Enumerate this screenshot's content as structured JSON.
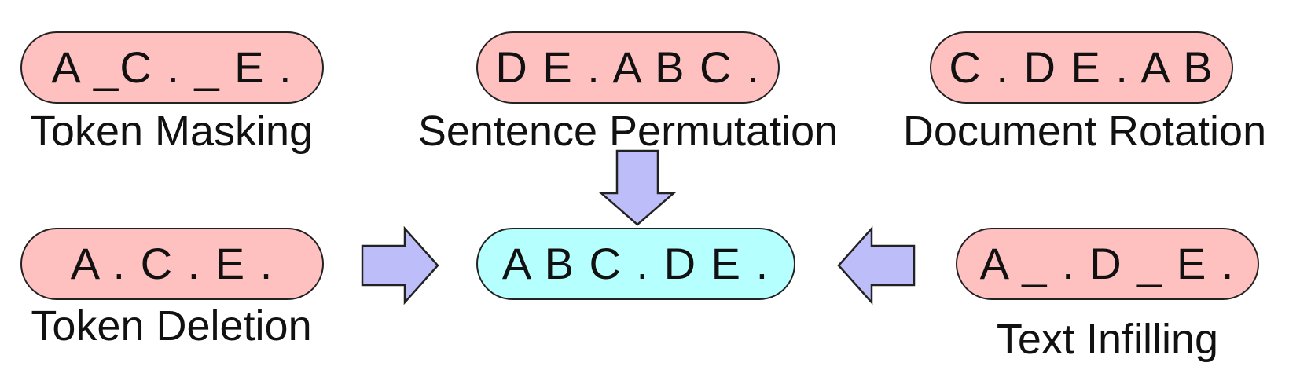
{
  "colors": {
    "noised": "#ffc0c0",
    "original": "#b6ffff",
    "arrow_fill": "#bdbdf9",
    "stroke": "#222222"
  },
  "transforms": [
    {
      "id": "token-masking",
      "sequence": "A _C . _ E .",
      "label": "Token Masking"
    },
    {
      "id": "sentence-permutation",
      "sequence": "D E . A B C .",
      "label": "Sentence Permutation"
    },
    {
      "id": "document-rotation",
      "sequence": "C . D E . A B",
      "label": "Document Rotation"
    },
    {
      "id": "token-deletion",
      "sequence": "A . C . E .",
      "label": "Token Deletion"
    },
    {
      "id": "text-infilling",
      "sequence": "A _ . D _ E .",
      "label": "Text Infilling"
    }
  ],
  "original": {
    "sequence": "A B C . D E ."
  },
  "arrows": [
    {
      "id": "arrow-down",
      "direction": "down"
    },
    {
      "id": "arrow-right",
      "direction": "right"
    },
    {
      "id": "arrow-left",
      "direction": "left"
    }
  ]
}
